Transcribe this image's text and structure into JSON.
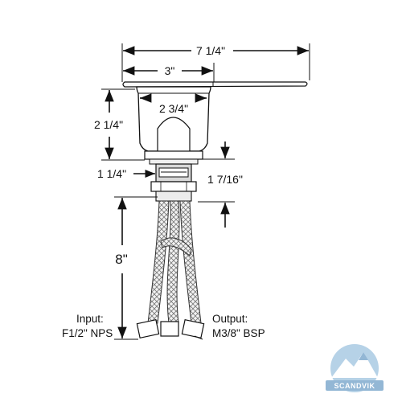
{
  "dimensions": {
    "overall_width": "7 1/4\"",
    "flange_width": "3\"",
    "body_width": "2 3/4\"",
    "body_height": "2 1/4\"",
    "thread_diameter": "1 1/4\"",
    "thread_height": "1 7/16\"",
    "hose_length": "8\""
  },
  "connections": {
    "input_label": "Input:",
    "input_spec": "F1/2\" NPS",
    "output_label": "Output:",
    "output_spec": "M3/8\" BSP"
  },
  "logo": {
    "text": "SCANDVIK",
    "colors": {
      "sky": "#9ec3e0",
      "mountain": "#ffffff",
      "peak": "#6f9fc8"
    }
  },
  "colors": {
    "line": "#111111",
    "metal": "#e6e6e6",
    "shade": "#bdbdbd"
  }
}
